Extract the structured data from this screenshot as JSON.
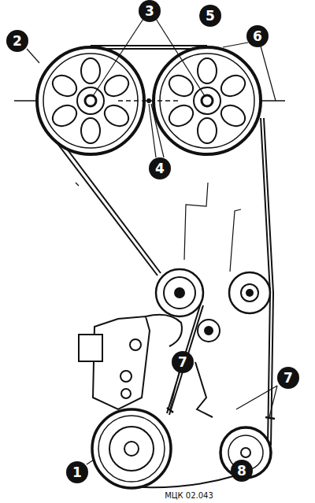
{
  "diagram": {
    "caption": "МЦК 02.043",
    "labels": [
      "3",
      "5",
      "6",
      "2",
      "4",
      "7",
      "7",
      "1",
      "8"
    ]
  }
}
